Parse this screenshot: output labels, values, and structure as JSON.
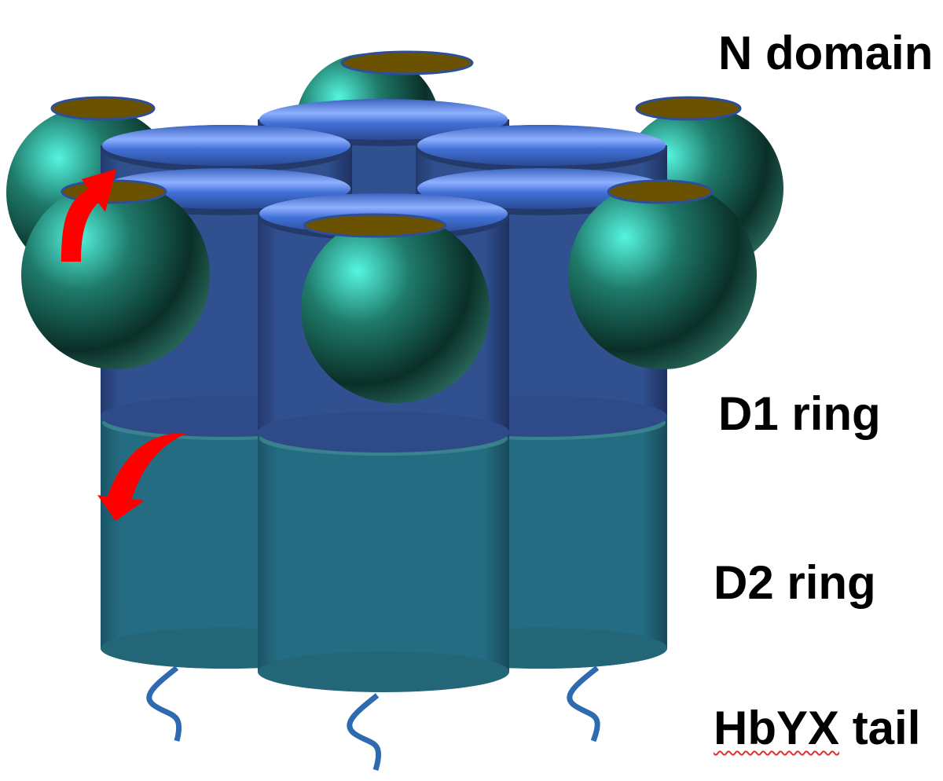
{
  "labels": {
    "n_domain": "N domain",
    "d1_ring": "D1 ring",
    "d2_ring": "D2 ring",
    "hbyx_prefix": "HbYX",
    "hbyx_suffix": " tail"
  },
  "colors": {
    "d1": "#304c8c",
    "d1_top": "#3d6acc",
    "d2": "#236a80",
    "sphere": "#1a6a5a",
    "cap": "#6b5200",
    "tail": "#2e6ab0",
    "arrow": "#ff0000"
  }
}
